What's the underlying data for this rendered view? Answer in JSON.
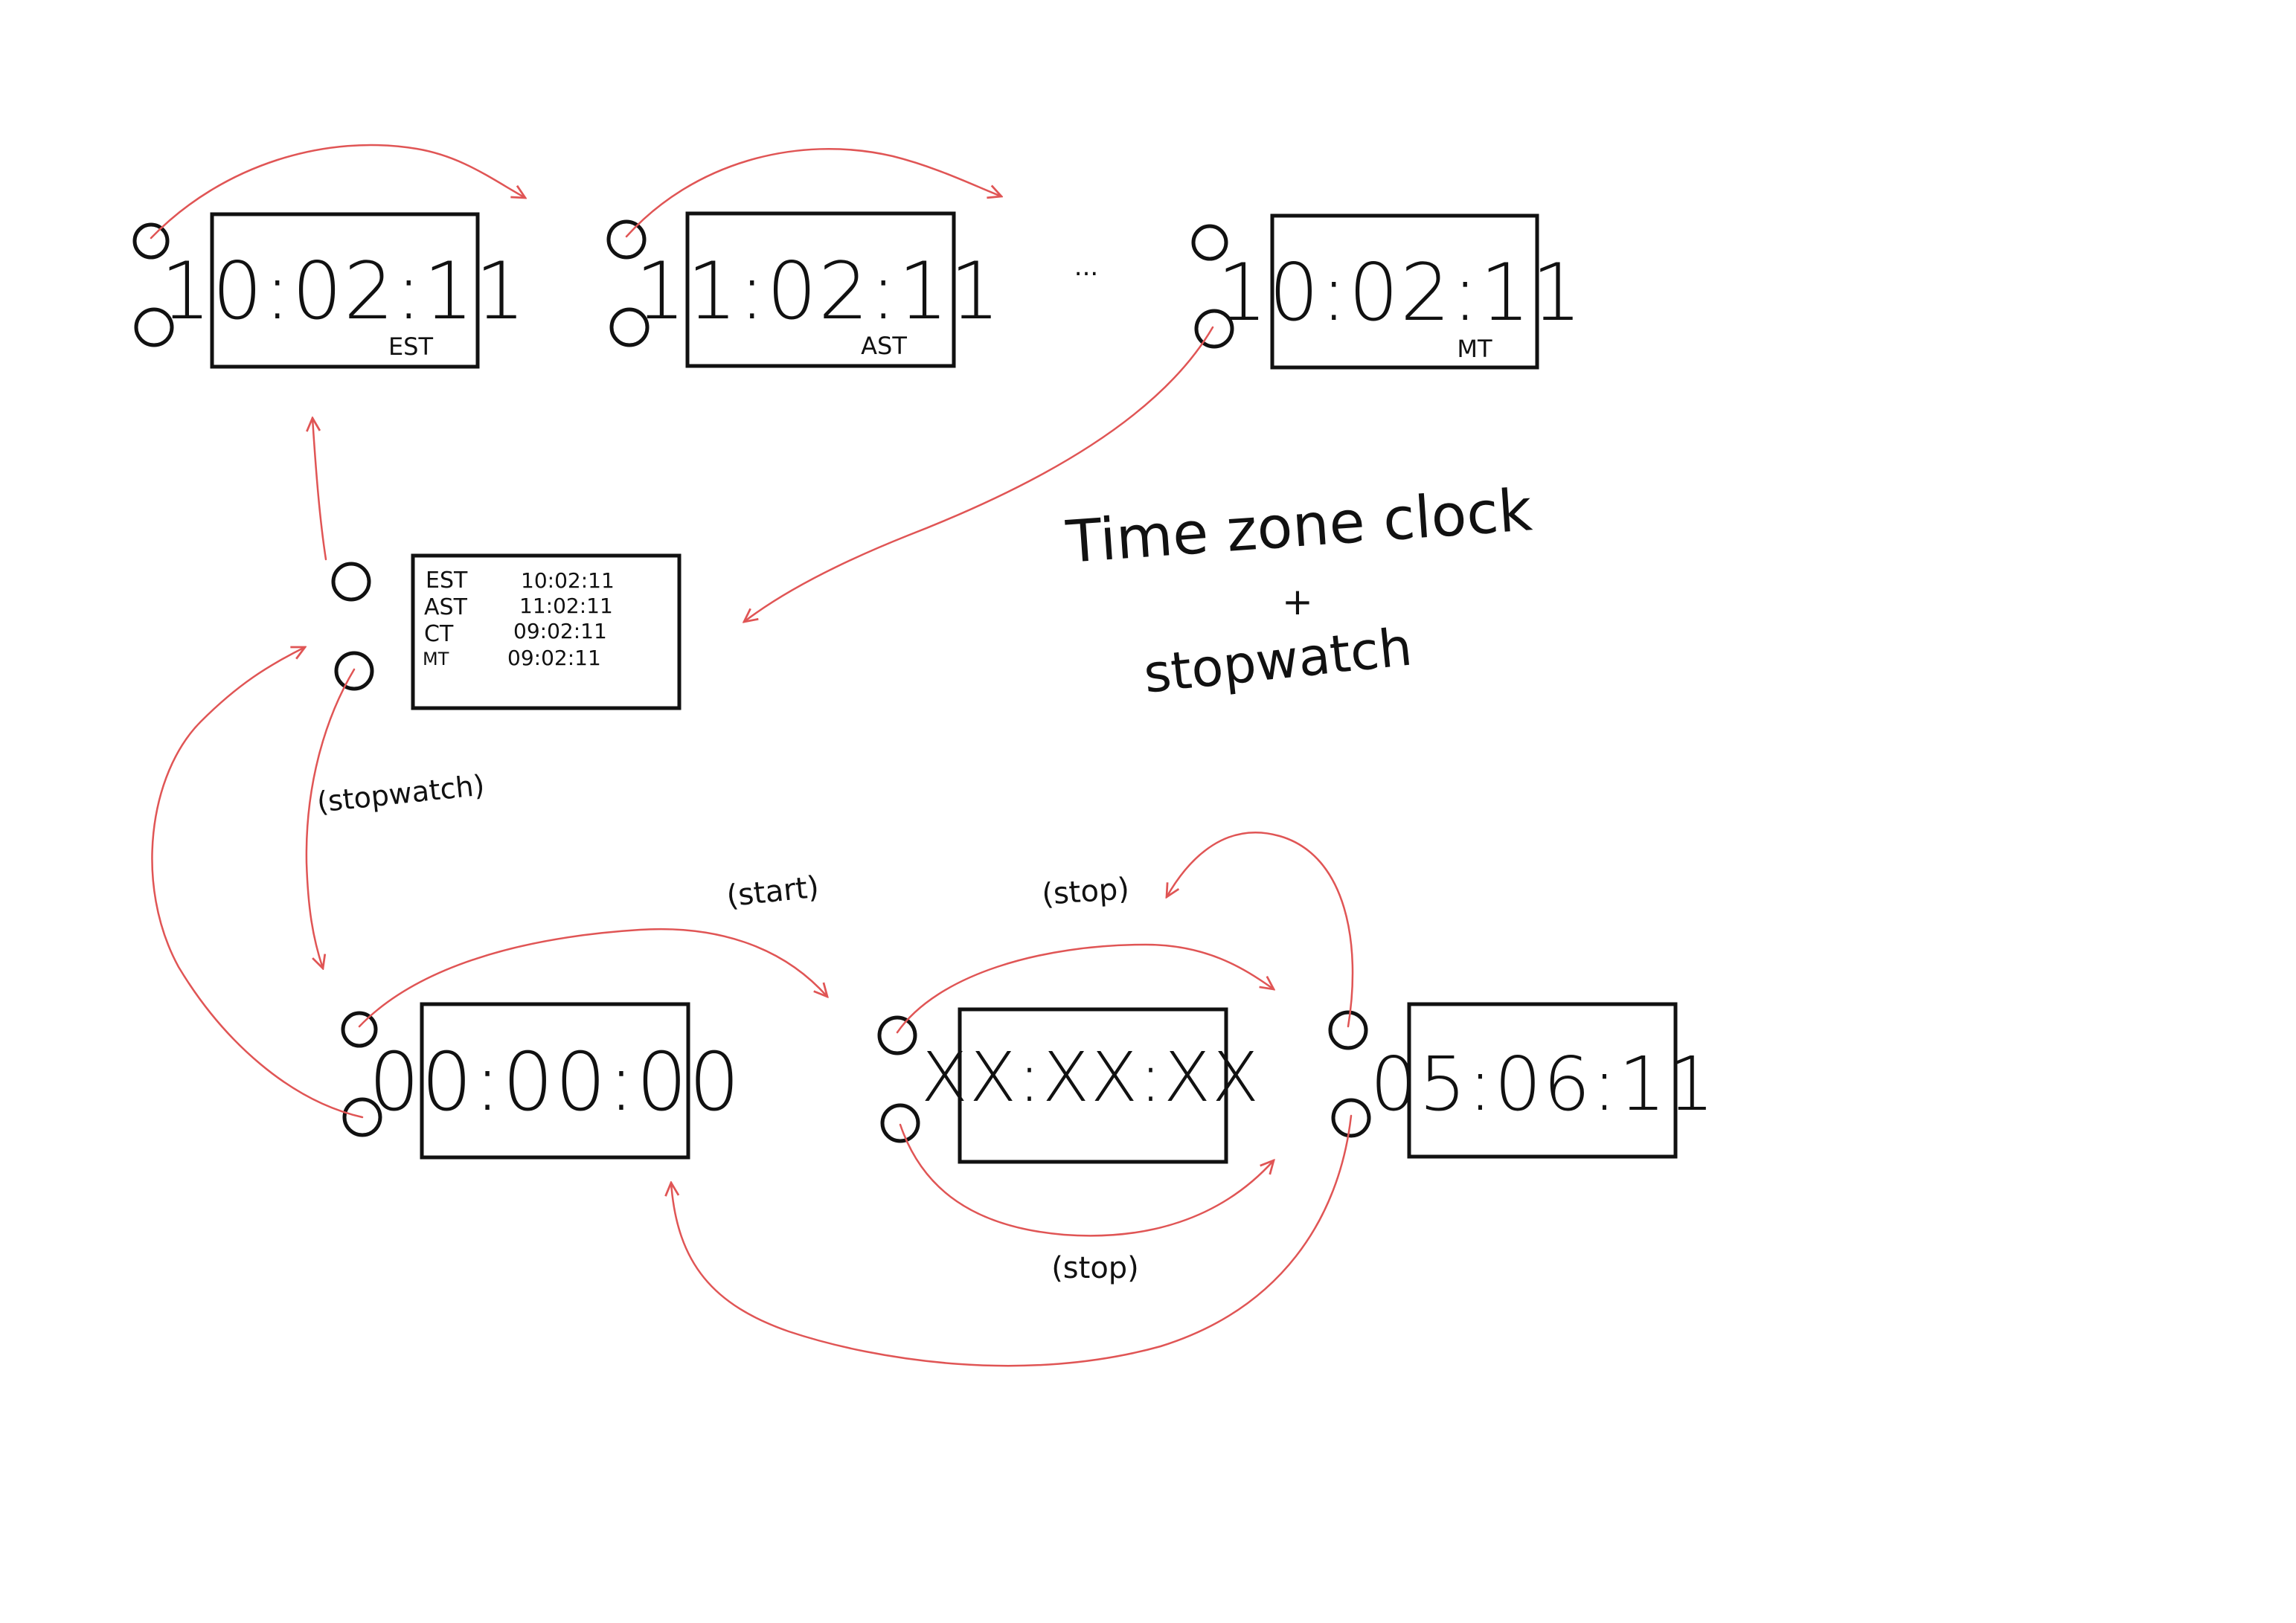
{
  "clocks": {
    "est": {
      "time": "10:02:11",
      "zone": "EST"
    },
    "ast": {
      "time": "11:02:11",
      "zone": "AST"
    },
    "mt": {
      "time": "10:02:11",
      "zone": "MT"
    },
    "ellipsis": "...",
    "list": {
      "rows": [
        {
          "zone": "EST",
          "time": "10:02:11"
        },
        {
          "zone": "AST",
          "time": "11:02:11"
        },
        {
          "zone": "CT",
          "time": "09:02:11"
        },
        {
          "zone": "MT",
          "time": "09:02:11"
        }
      ]
    }
  },
  "stopwatch": {
    "reset": {
      "time": "00:00:00"
    },
    "running": {
      "time": "XX:XX:XX"
    },
    "stopped": {
      "time": "05:06:11"
    }
  },
  "labels": {
    "stopwatch": "(stopwatch)",
    "start": "(start)",
    "stop_top": "(stop)",
    "stop_bottom": "(stop)"
  },
  "title": {
    "line1": "Time zone clock",
    "line2": "+",
    "line3": "stopwatch"
  },
  "colors": {
    "arrow": "#e05555",
    "ink": "#111111"
  }
}
